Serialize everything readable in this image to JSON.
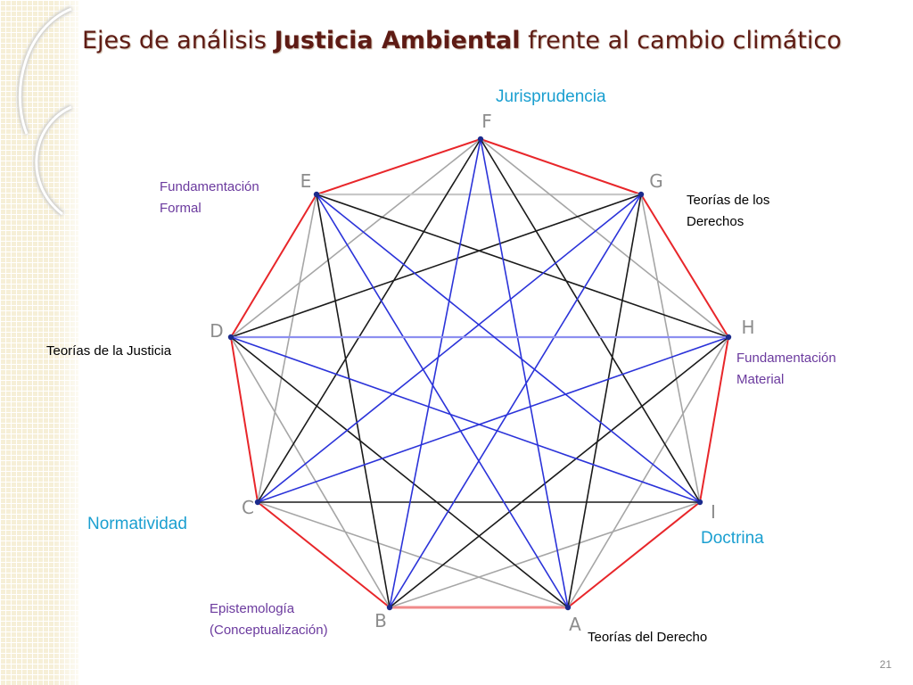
{
  "title": {
    "part1": "Ejes de análisis ",
    "bold": "Justicia Ambiental",
    "part2": " frente al cambio climático"
  },
  "diagram": {
    "vertices": [
      {
        "id": "A",
        "label": "A"
      },
      {
        "id": "B",
        "label": "B"
      },
      {
        "id": "C",
        "label": "C"
      },
      {
        "id": "D",
        "label": "D"
      },
      {
        "id": "E",
        "label": "E"
      },
      {
        "id": "F",
        "label": "F"
      },
      {
        "id": "G",
        "label": "G"
      },
      {
        "id": "H",
        "label": "H"
      },
      {
        "id": "I",
        "label": "I"
      }
    ],
    "edge_colors": {
      "perimeter": "#e8262a",
      "perimeter_light": "#f08a8a",
      "skip2": "#a6a6a6",
      "skip3": "#1a1a1a",
      "skip4": "#2b33d9",
      "light_blue": "#8c8ff0",
      "light_gray": "#c8c8c8"
    }
  },
  "labels": {
    "jurisprudencia": "Jurisprudencia",
    "fundamentacion_formal": [
      "Fundamentación",
      "Formal"
    ],
    "teorias_derechos": [
      "Teorías de los",
      "Derechos"
    ],
    "teorias_justicia": "Teorías de la Justicia",
    "fundamentacion_material": [
      "Fundamentación",
      "Material"
    ],
    "normatividad": "Normatividad",
    "doctrina": "Doctrina",
    "epistemologia": [
      "Epistemología",
      "(Conceptualización)"
    ],
    "teorias_derecho": "Teorías del Derecho"
  },
  "page_number": "21"
}
